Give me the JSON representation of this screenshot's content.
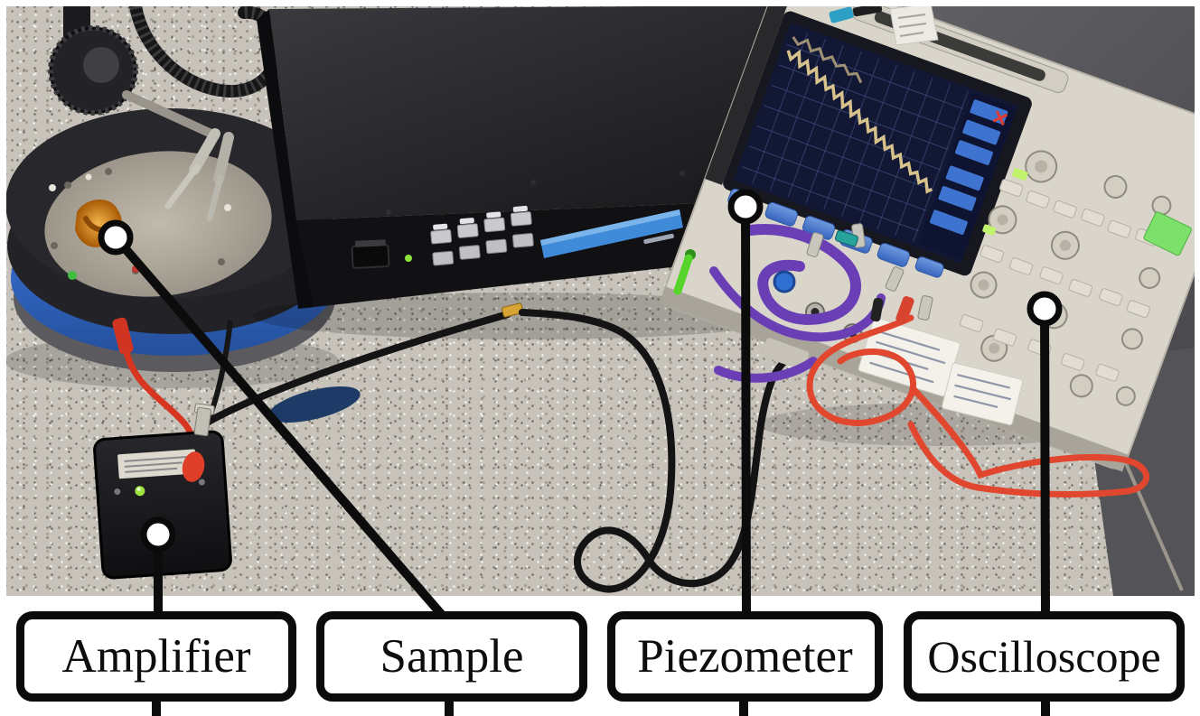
{
  "figure": {
    "type": "annotated-photo",
    "callouts": [
      {
        "id": "amplifier",
        "label": "Amplifier"
      },
      {
        "id": "sample",
        "label": "Sample"
      },
      {
        "id": "piezometer",
        "label": "Piezometer"
      },
      {
        "id": "oscilloscope",
        "label": "Oscilloscope"
      }
    ]
  },
  "colors": {
    "callout_border": "#0b0b0b",
    "callout_background": "#ffffff",
    "granite_table": "#c7c3bb",
    "piezometer_display_blue": "#3f8ad9",
    "oscilloscope_body_beige": "#d9d5ca",
    "oscilloscope_screen_navy": "#121834",
    "waveform_tan": "#d6c18c",
    "softkey_blue": "#4a80d8",
    "cable_red": "#e1472f",
    "cable_purple": "#6a3fb5",
    "cable_green": "#57d42a",
    "dark_background": "#57565a"
  }
}
